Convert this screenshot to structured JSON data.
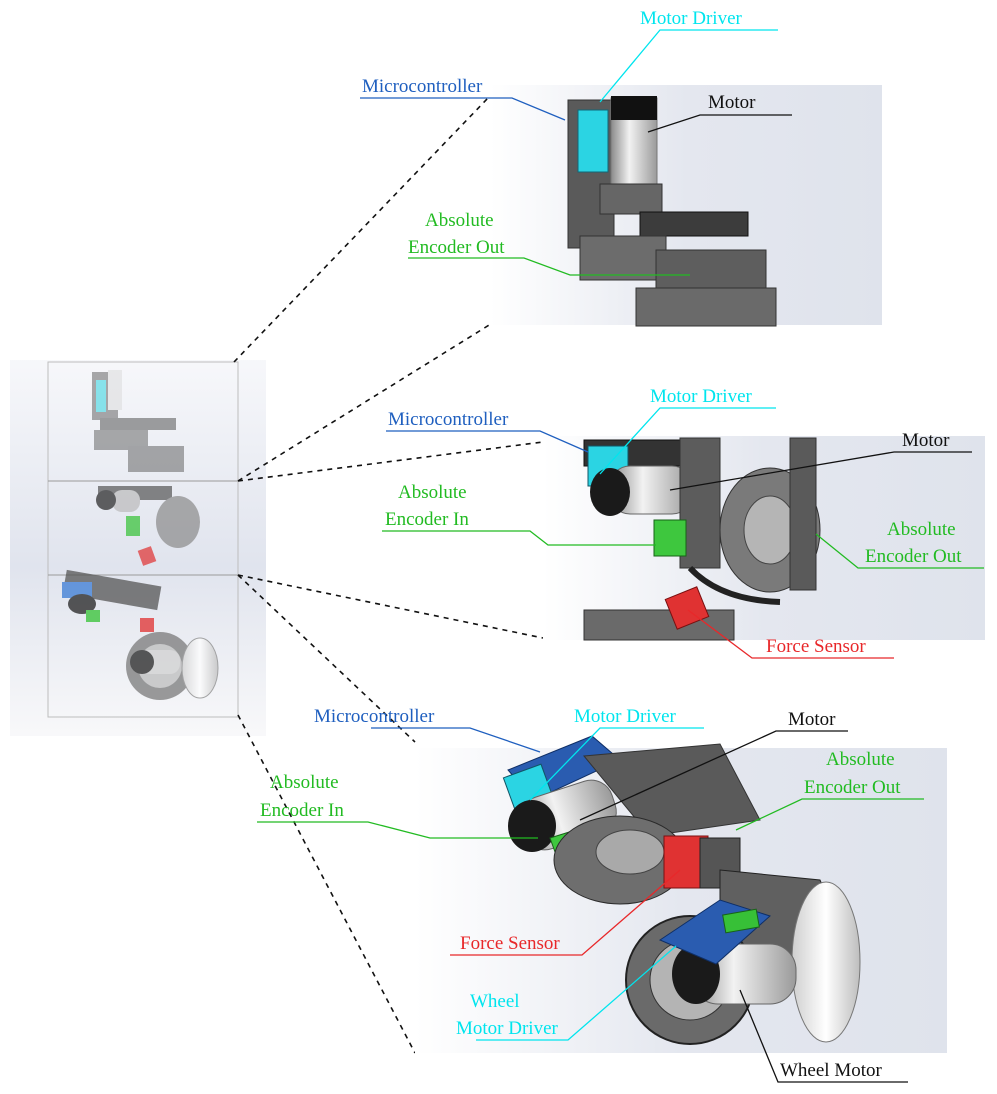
{
  "colors": {
    "microcontroller": "#1f5fbf",
    "motor_driver": "#00e5ee",
    "motor": "#111111",
    "encoder": "#22bb22",
    "force_sensor": "#e8282a",
    "wheel_motor": "#111111",
    "metal_dark": "#4a4a4a",
    "metal_mid": "#7a7a7a",
    "metal_light": "#b8b8b8",
    "background_gradient": "#dde1ec"
  },
  "panels": {
    "overview": {
      "name": "overview-assembly"
    },
    "top": {
      "name": "module-top-view",
      "labels": {
        "microcontroller": "Microcontroller",
        "motor_driver": "Motor Driver",
        "motor": "Motor",
        "abs_encoder_out_1": "Absolute",
        "abs_encoder_out_2": "Encoder Out"
      }
    },
    "middle": {
      "name": "module-middle-view",
      "labels": {
        "microcontroller": "Microcontroller",
        "motor_driver": "Motor Driver",
        "motor": "Motor",
        "abs_encoder_in_1": "Absolute",
        "abs_encoder_in_2": "Encoder In",
        "abs_encoder_out_1": "Absolute",
        "abs_encoder_out_2": "Encoder Out",
        "force_sensor": "Force Sensor"
      }
    },
    "bottom": {
      "name": "module-bottom-view",
      "labels": {
        "microcontroller": "Microcontroller",
        "motor_driver": "Motor Driver",
        "motor": "Motor",
        "abs_encoder_in_1": "Absolute",
        "abs_encoder_in_2": "Encoder In",
        "abs_encoder_out_1": "Absolute",
        "abs_encoder_out_2": "Encoder Out",
        "force_sensor": "Force Sensor",
        "wheel_motor_driver_1": "Wheel",
        "wheel_motor_driver_2": "Motor Driver",
        "wheel_motor": "Wheel Motor"
      }
    }
  }
}
